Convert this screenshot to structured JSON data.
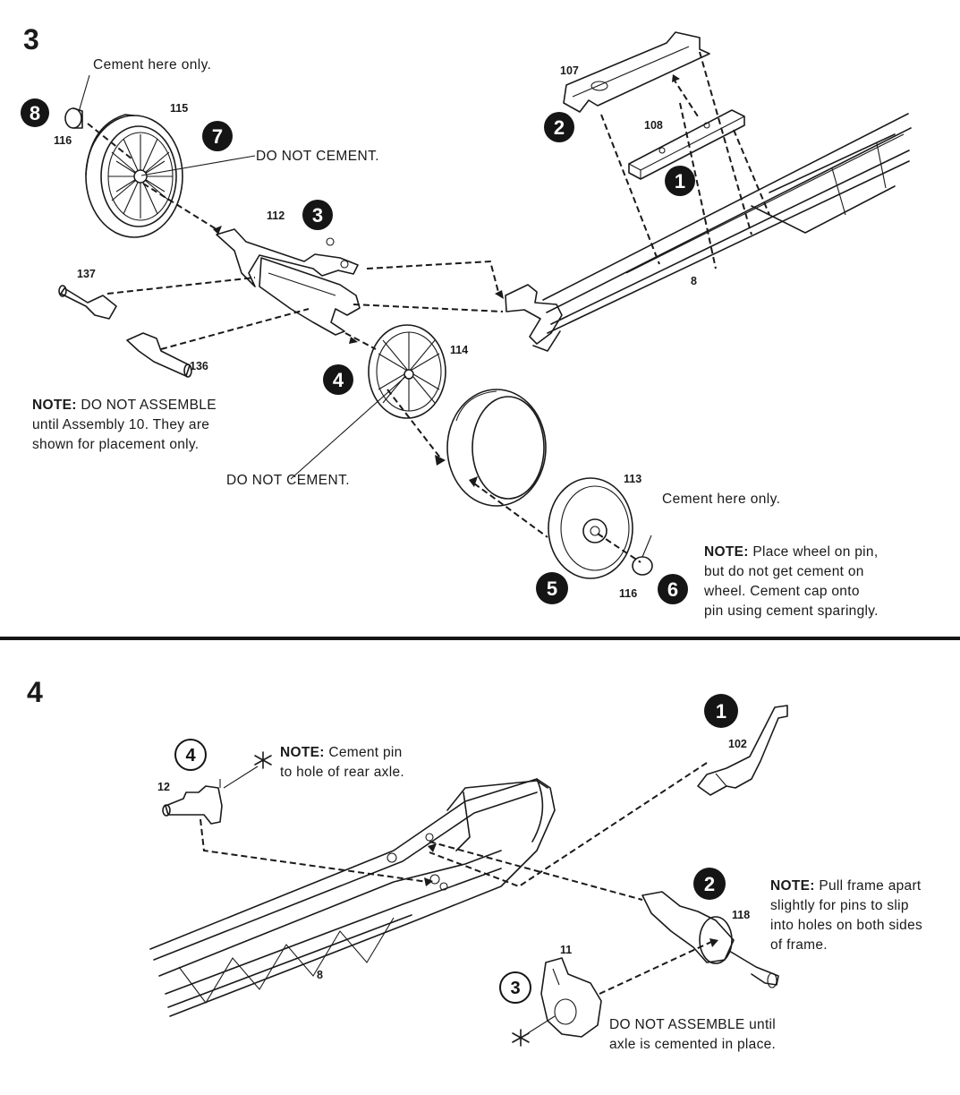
{
  "step3": {
    "number": "3",
    "callouts": [
      "1",
      "2",
      "3",
      "4",
      "5",
      "6",
      "7",
      "8"
    ],
    "parts": {
      "p107": "107",
      "p108": "108",
      "p115": "115",
      "p116a": "116",
      "p112": "112",
      "p137": "137",
      "p136": "136",
      "p8": "8",
      "p114": "114",
      "p113": "113",
      "p116b": "116"
    },
    "labels": {
      "cement_top": "Cement here only.",
      "do_not_cement_1": "DO NOT  CEMENT.",
      "do_not_cement_2": "DO NOT CEMENT.",
      "cement_right": "Cement here only."
    },
    "note_left": {
      "head": "NOTE:",
      "line1": " DO NOT ASSEMBLE",
      "line2": "until Assembly 10.  They are",
      "line3": "shown for placement only."
    },
    "note_right": {
      "head": "NOTE:",
      "line1": " Place wheel on pin,",
      "line2": "but do not get cement on",
      "line3": "wheel.  Cement cap onto",
      "line4": "pin using cement sparingly."
    }
  },
  "step4": {
    "number": "4",
    "callouts": [
      "1",
      "2",
      "3",
      "4"
    ],
    "parts": {
      "p102": "102",
      "p12": "12",
      "p118": "118",
      "p11": "11",
      "p8": "8"
    },
    "asterisk": "*",
    "note_pin": {
      "head": "NOTE:",
      "line1": " Cement pin",
      "line2": "to hole  of rear axle."
    },
    "note_frame": {
      "head": "NOTE:",
      "line1": " Pull frame apart",
      "line2": "slightly for pins to slip",
      "line3": "into holes on both sides",
      "line4": "of frame."
    },
    "note_assemble": {
      "line1": "DO NOT ASSEMBLE until",
      "line2": "axle is cemented in place."
    }
  }
}
